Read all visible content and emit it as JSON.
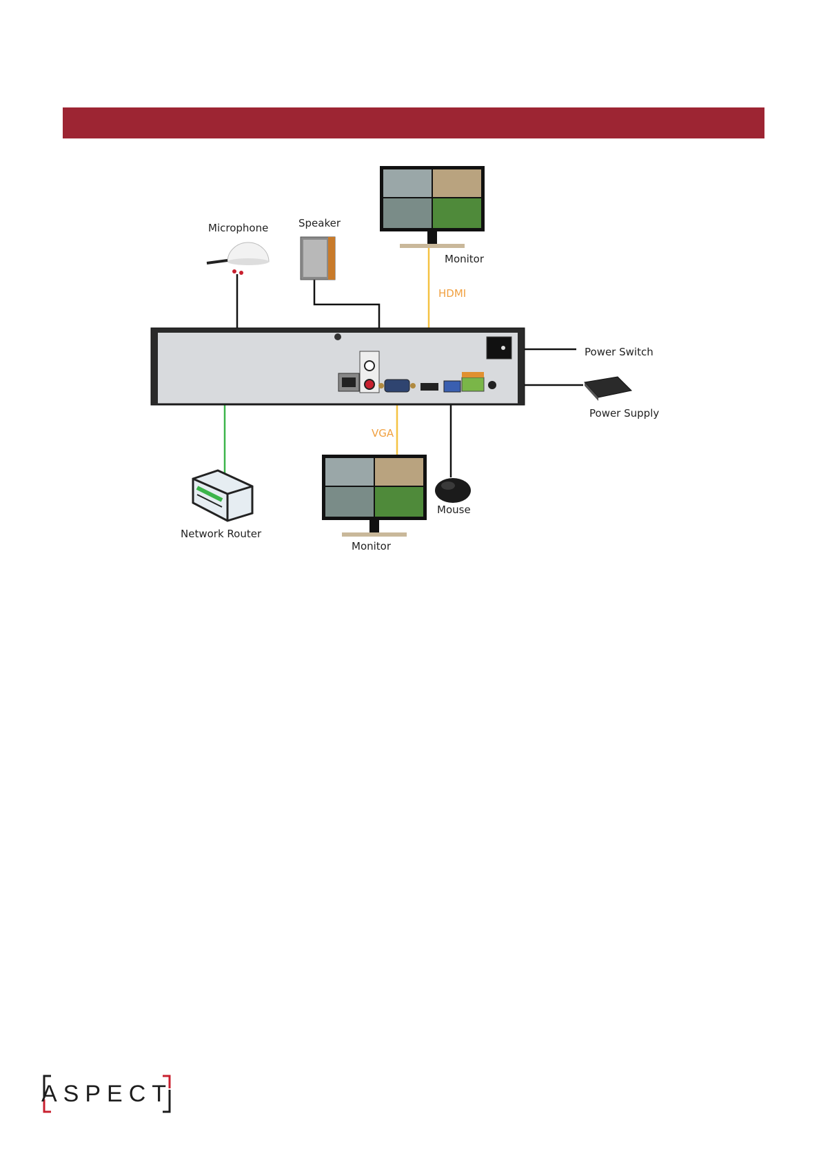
{
  "header": {
    "bar_color": "#9d2533"
  },
  "diagram": {
    "labels": {
      "microphone": "Microphone",
      "speaker": "Speaker",
      "monitor_top": "Monitor",
      "hdmi": "HDMI",
      "power_switch": "Power Switch",
      "power_supply": "Power Supply",
      "vga": "VGA",
      "mouse": "Mouse",
      "network_router": "Network Router",
      "monitor_bottom": "Monitor"
    },
    "cable_colors": {
      "video": "#f5c242",
      "network": "#3cb44a",
      "audio_power": "#111111"
    }
  },
  "footer": {
    "logo_text": "ASPECT",
    "logo_accent": "#c8202f"
  }
}
